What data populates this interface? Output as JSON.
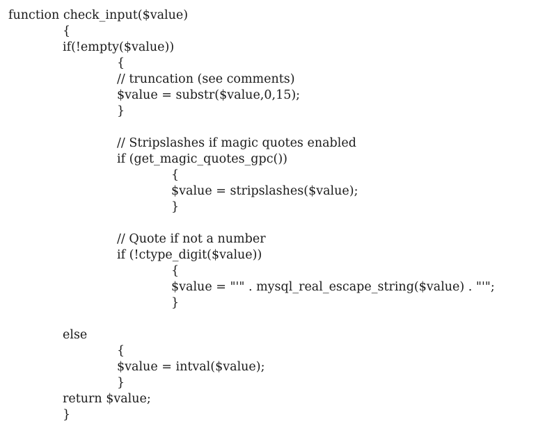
{
  "code": {
    "lines": [
      {
        "text": "function check_input($value)",
        "indent": 0
      },
      {
        "text": "{",
        "indent": 1
      },
      {
        "text": "if(!empty($value))",
        "indent": 1
      },
      {
        "text": "{",
        "indent": 2
      },
      {
        "text": "// truncation (see comments)",
        "indent": 2
      },
      {
        "text": "$value = substr($value,0,15);",
        "indent": 2
      },
      {
        "text": "}",
        "indent": 2
      },
      {
        "text": "",
        "indent": 0
      },
      {
        "text": "// Stripslashes if magic quotes enabled",
        "indent": 2
      },
      {
        "text": "if (get_magic_quotes_gpc())",
        "indent": 2
      },
      {
        "text": "{",
        "indent": 3
      },
      {
        "text": "$value = stripslashes($value);",
        "indent": 3
      },
      {
        "text": "}",
        "indent": 3
      },
      {
        "text": "",
        "indent": 0
      },
      {
        "text": "// Quote if not a number",
        "indent": 2
      },
      {
        "text": "if (!ctype_digit($value))",
        "indent": 2
      },
      {
        "text": "{",
        "indent": 3
      },
      {
        "text": "$value = \"'\" . mysql_real_escape_string($value) . \"'\";",
        "indent": 3
      },
      {
        "text": "}",
        "indent": 3
      },
      {
        "text": "",
        "indent": 0
      },
      {
        "text": "else",
        "indent": 1
      },
      {
        "text": "{",
        "indent": 2
      },
      {
        "text": "$value = intval($value);",
        "indent": 2
      },
      {
        "text": "}",
        "indent": 2
      },
      {
        "text": "return $value;",
        "indent": 1
      },
      {
        "text": "}",
        "indent": 1
      }
    ]
  }
}
